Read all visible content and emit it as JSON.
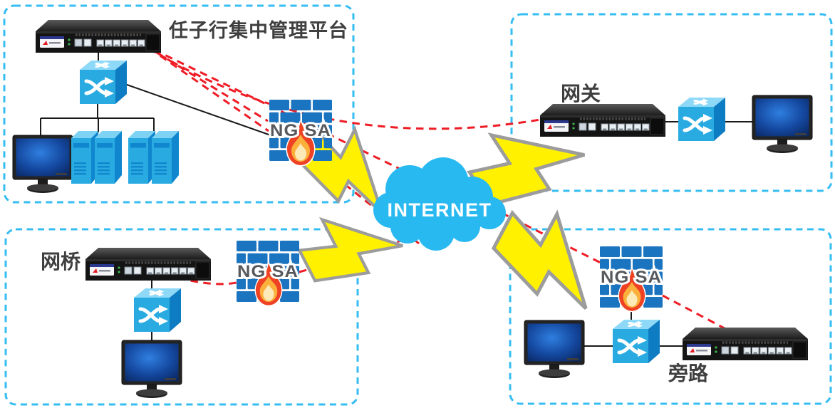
{
  "diagram": {
    "title": "任子行集中管理平台",
    "internet": {
      "label": "INTERNET"
    },
    "firewall": {
      "label": "NG SA"
    },
    "sites": {
      "management": {
        "label": "任子行集中管理平台"
      },
      "gateway": {
        "label": "网关"
      },
      "bridge": {
        "label": "网桥"
      },
      "bypass": {
        "label": "旁路"
      }
    },
    "colors": {
      "zone_border": "#36BDF2",
      "cloud_fill": "#29B9F1",
      "management_link_red": "#EE1C25",
      "device_blue": "#29ABE2",
      "firewall_brick_blue": "#1B74C0",
      "lightning_yellow": "#FFF100",
      "lightning_outline_gray": "#9C9C9C",
      "link_black": "#1A1A1A",
      "label_text": "#3F3F3F",
      "ngsa_text_gray": "#58595C"
    }
  }
}
